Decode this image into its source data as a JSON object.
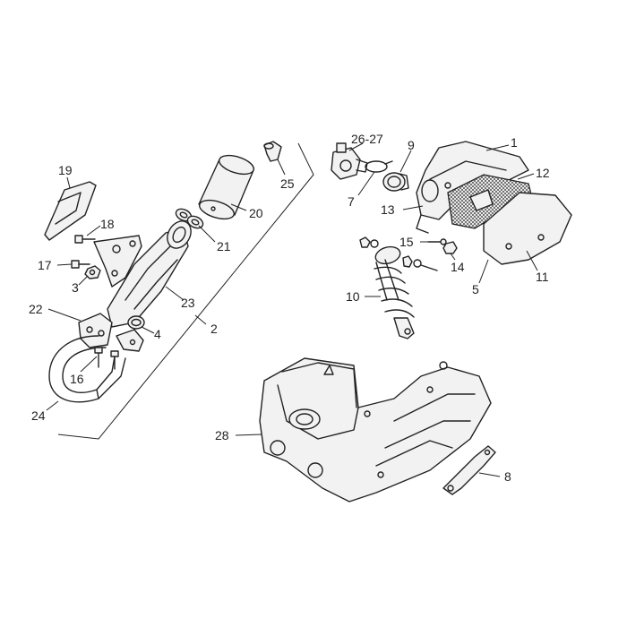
{
  "callouts": [
    {
      "id": "c1",
      "text": "1"
    },
    {
      "id": "c2",
      "text": "2"
    },
    {
      "id": "c3",
      "text": "3"
    },
    {
      "id": "c4",
      "text": "4"
    },
    {
      "id": "c5",
      "text": "5"
    },
    {
      "id": "c7",
      "text": "7"
    },
    {
      "id": "c8",
      "text": "8"
    },
    {
      "id": "c9",
      "text": "9"
    },
    {
      "id": "c10",
      "text": "10"
    },
    {
      "id": "c11",
      "text": "11"
    },
    {
      "id": "c12",
      "text": "12"
    },
    {
      "id": "c13",
      "text": "13"
    },
    {
      "id": "c14",
      "text": "14"
    },
    {
      "id": "c15",
      "text": "15"
    },
    {
      "id": "c16",
      "text": "16"
    },
    {
      "id": "c17",
      "text": "17"
    },
    {
      "id": "c18",
      "text": "18"
    },
    {
      "id": "c19",
      "text": "19"
    },
    {
      "id": "c20",
      "text": "20"
    },
    {
      "id": "c21",
      "text": "21"
    },
    {
      "id": "c22",
      "text": "22"
    },
    {
      "id": "c23",
      "text": "23"
    },
    {
      "id": "c24",
      "text": "24"
    },
    {
      "id": "c25",
      "text": "25"
    },
    {
      "id": "c2627",
      "text": "26-27"
    },
    {
      "id": "c28",
      "text": "28"
    }
  ]
}
